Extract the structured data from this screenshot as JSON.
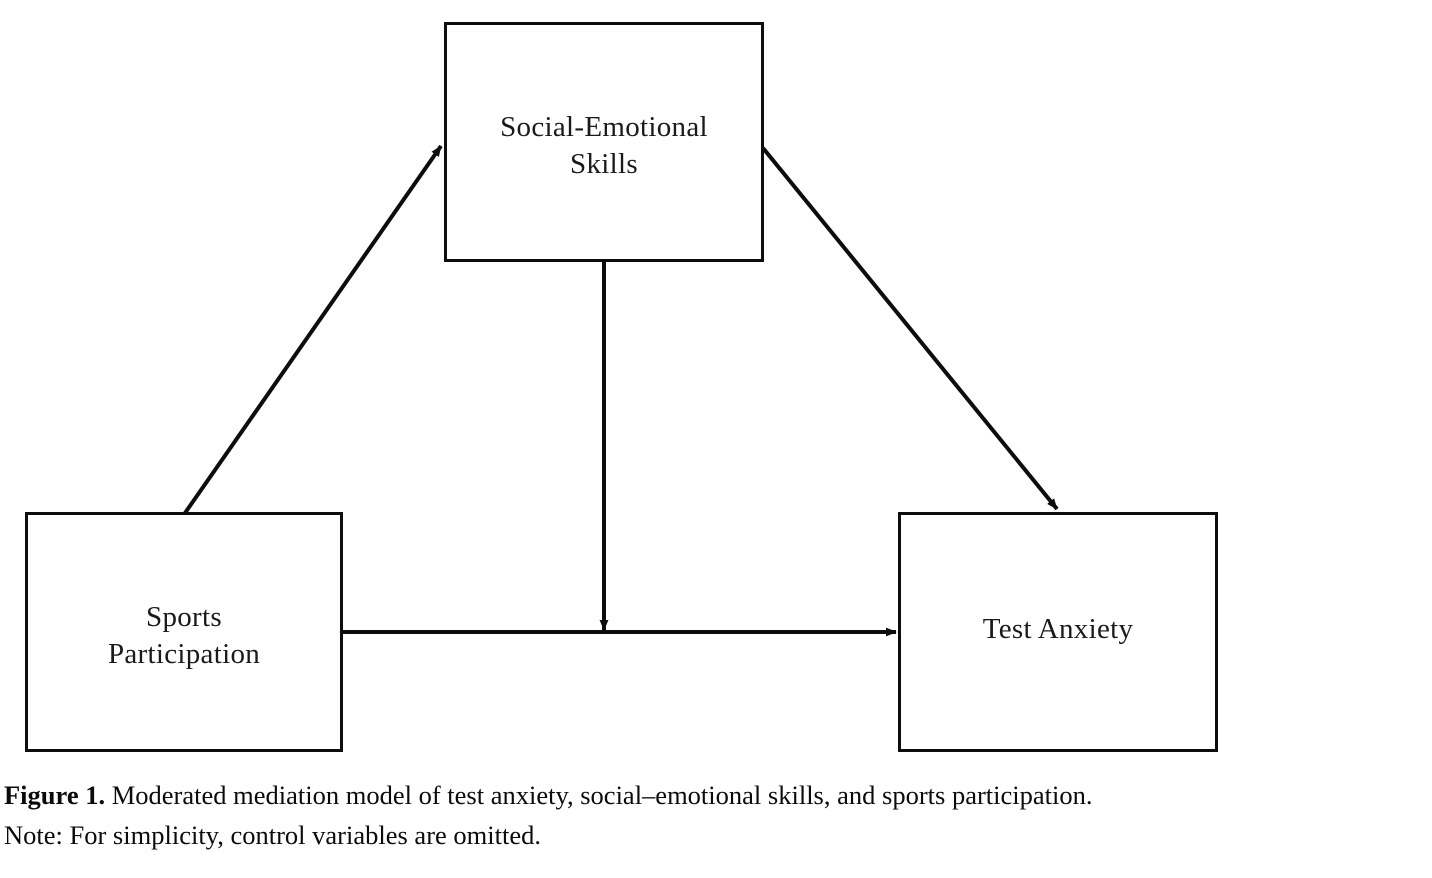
{
  "figure": {
    "type": "path-diagram",
    "title": "Moderated mediation model",
    "background_color": "#ffffff",
    "line_color": "#0d0d0d",
    "text_color": "#1a1a1a"
  },
  "nodes": [
    {
      "id": "social-emotional-skills",
      "label": "Social-Emotional\nSkills",
      "role": "mediator",
      "position": "top-center"
    },
    {
      "id": "sports-participation",
      "label": "Sports\nParticipation",
      "role": "moderator-predictor",
      "position": "bottom-left"
    },
    {
      "id": "test-anxiety",
      "label": "Test Anxiety",
      "role": "outcome",
      "position": "bottom-right"
    }
  ],
  "edges": [
    {
      "id": "sports-to-skills",
      "from": "sports-participation",
      "to": "social-emotional-skills",
      "style": "solid",
      "arrowhead": "filled-triangle"
    },
    {
      "id": "skills-to-anxiety",
      "from": "social-emotional-skills",
      "to": "test-anxiety",
      "style": "solid",
      "arrowhead": "filled-triangle"
    },
    {
      "id": "sports-to-anxiety",
      "from": "sports-participation",
      "to": "test-anxiety",
      "style": "solid",
      "arrowhead": "filled-triangle"
    },
    {
      "id": "skills-moderating-path",
      "from": "social-emotional-skills",
      "to": "sports-to-anxiety",
      "style": "solid",
      "arrowhead": "filled-triangle"
    }
  ],
  "caption": {
    "label": "Figure 1.",
    "line_1_text": " Moderated mediation model of test anxiety, social–emotional skills, and sports participation.",
    "line_2": "Note: For simplicity, control variables are omitted."
  }
}
